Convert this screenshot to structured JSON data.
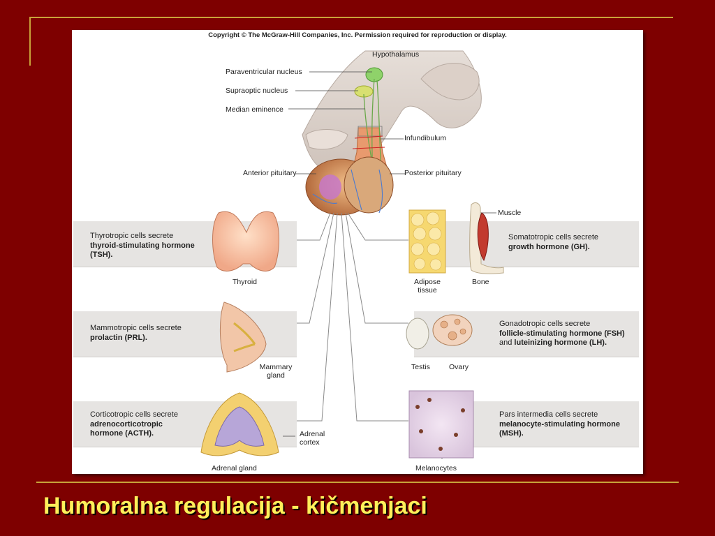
{
  "slide": {
    "title": "Humoralna regulacija - kičmenjaci"
  },
  "figure": {
    "copyright": "Copyright © The McGraw-Hill Companies, Inc. Permission required for reproduction or display.",
    "labels": {
      "hypothalamus": "Hypothalamus",
      "paraventricular": "Paraventricular nucleus",
      "supraoptic": "Supraoptic nucleus",
      "median_eminence": "Median eminence",
      "infundibulum": "Infundibulum",
      "anterior_pituitary": "Anterior pituitary",
      "posterior_pituitary": "Posterior pituitary",
      "thyroid": "Thyroid",
      "adipose_1": "Adipose",
      "adipose_2": "tissue",
      "bone": "Bone",
      "muscle": "Muscle",
      "mammary_1": "Mammary",
      "mammary_2": "gland",
      "testis": "Testis",
      "ovary": "Ovary",
      "adrenal_gland": "Adrenal gland",
      "adrenal_cortex_1": "Adrenal",
      "adrenal_cortex_2": "cortex",
      "melanocytes": "Melanocytes"
    },
    "boxes": {
      "tsh": {
        "line1": "Thyrotropic cells secrete",
        "bold1": "thyroid-stimulating hormone",
        "bold2": "(TSH)."
      },
      "gh": {
        "line1": "Somatotropic cells secrete",
        "bold1": "growth hormone (GH)."
      },
      "prl": {
        "line1": "Mammotropic cells secrete",
        "bold1": "prolactin (PRL)."
      },
      "fsh": {
        "line1": "Gonadotropic cells secrete",
        "bold1": "follicle-stimulating hormone (FSH)",
        "line3a": "and ",
        "bold3": "luteinizing hormone (LH)."
      },
      "acth": {
        "line1": "Corticotropic cells secrete",
        "bold1": "adrenocorticotropic",
        "bold2": "hormone (ACTH)."
      },
      "msh": {
        "line1": "Pars intermedia cells secrete",
        "bold1": "melanocyte-stimulating hormone",
        "bold2": "(MSH)."
      }
    }
  }
}
